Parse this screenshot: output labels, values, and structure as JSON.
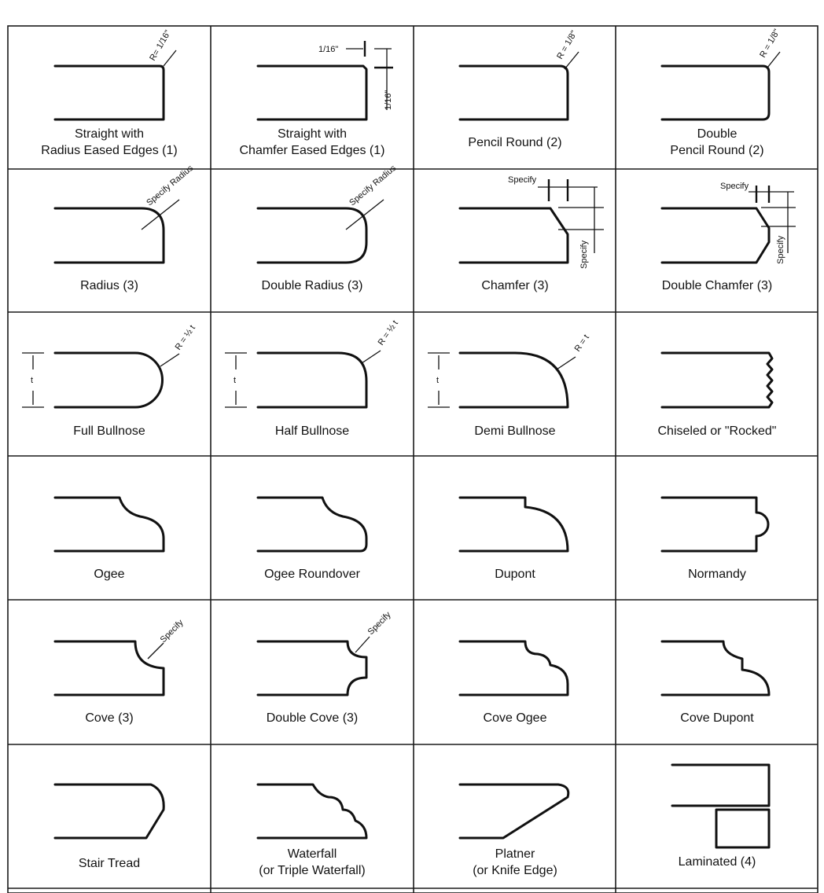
{
  "cells": [
    {
      "id": "straight-radius",
      "label1": "Straight with",
      "label2": "Radius Eased Edges (1)",
      "note": "R= 1/16\""
    },
    {
      "id": "straight-chamfer",
      "label1": "Straight with",
      "label2": "Chamfer Eased Edges (1)",
      "note_h": "1/16\"",
      "note_v": "1/16\""
    },
    {
      "id": "pencil-round",
      "label1": "Pencil Round (2)",
      "label2": "",
      "note": "R = 1/8\""
    },
    {
      "id": "double-pencil-round",
      "label1": "Double",
      "label2": "Pencil Round (2)",
      "note": "R = 1/8\""
    },
    {
      "id": "radius",
      "label1": "Radius (3)",
      "label2": "",
      "note": "Specify Radius"
    },
    {
      "id": "double-radius",
      "label1": "Double Radius (3)",
      "label2": "",
      "note": "Specify Radius"
    },
    {
      "id": "chamfer",
      "label1": "Chamfer (3)",
      "label2": "",
      "note_h": "Specify",
      "note_v": "Specify"
    },
    {
      "id": "double-chamfer",
      "label1": "Double Chamfer (3)",
      "label2": "",
      "note_h": "Specify",
      "note_v": "Specify"
    },
    {
      "id": "full-bullnose",
      "label1": "Full Bullnose",
      "label2": "",
      "note": "R = ½ t",
      "dim": "t"
    },
    {
      "id": "half-bullnose",
      "label1": "Half Bullnose",
      "label2": "",
      "note": "R = ½ t",
      "dim": "t"
    },
    {
      "id": "demi-bullnose",
      "label1": "Demi Bullnose",
      "label2": "",
      "note": "R = t",
      "dim": "t"
    },
    {
      "id": "chiseled",
      "label1": "Chiseled or \"Rocked\"",
      "label2": ""
    },
    {
      "id": "ogee",
      "label1": "Ogee",
      "label2": ""
    },
    {
      "id": "ogee-roundover",
      "label1": "Ogee Roundover",
      "label2": ""
    },
    {
      "id": "dupont",
      "label1": "Dupont",
      "label2": ""
    },
    {
      "id": "normandy",
      "label1": "Normandy",
      "label2": ""
    },
    {
      "id": "cove",
      "label1": "Cove (3)",
      "label2": "",
      "note": "Specify"
    },
    {
      "id": "double-cove",
      "label1": "Double Cove (3)",
      "label2": "",
      "note": "Specify"
    },
    {
      "id": "cove-ogee",
      "label1": "Cove Ogee",
      "label2": ""
    },
    {
      "id": "cove-dupont",
      "label1": "Cove Dupont",
      "label2": ""
    },
    {
      "id": "stair-tread",
      "label1": "Stair Tread",
      "label2": ""
    },
    {
      "id": "waterfall",
      "label1": "Waterfall",
      "label2": "(or Triple Waterfall)"
    },
    {
      "id": "platner",
      "label1": "Platner",
      "label2": "(or Knife Edge)"
    },
    {
      "id": "laminated",
      "label1": "Laminated (4)",
      "label2": ""
    }
  ]
}
